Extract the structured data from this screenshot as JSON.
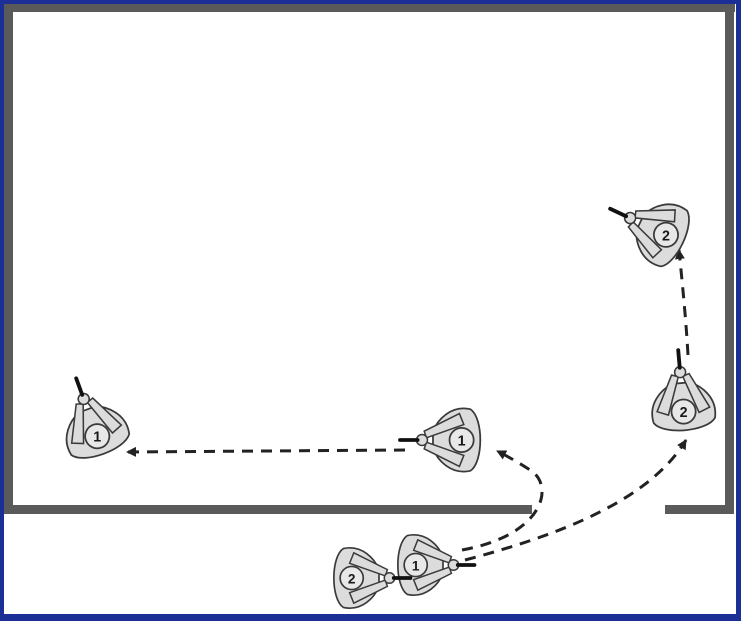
{
  "colors": {
    "frame": "#1c2f96",
    "canvas": "#ffffff",
    "wall": "#5a5a5a",
    "officer_fill": "#dcdcdc",
    "officer_stroke": "#3a3a3a",
    "weapon": "#111111",
    "path": "#222222"
  },
  "officers": [
    {
      "id": "officer-1-entry",
      "label": "1"
    },
    {
      "id": "officer-2-entry",
      "label": "2"
    },
    {
      "id": "officer-1-mid",
      "label": "1"
    },
    {
      "id": "officer-1-final",
      "label": "1"
    },
    {
      "id": "officer-2-mid",
      "label": "2"
    },
    {
      "id": "officer-2-final",
      "label": "2"
    }
  ],
  "paths": [
    {
      "id": "path-1-entry",
      "style": "dashed",
      "arrowhead": true
    },
    {
      "id": "path-1-button-hook",
      "style": "dashed",
      "arrowhead": true
    },
    {
      "id": "path-2-entry",
      "style": "dashed",
      "arrowhead": true
    },
    {
      "id": "path-2-advance",
      "style": "dashed",
      "arrowhead": true
    }
  ]
}
